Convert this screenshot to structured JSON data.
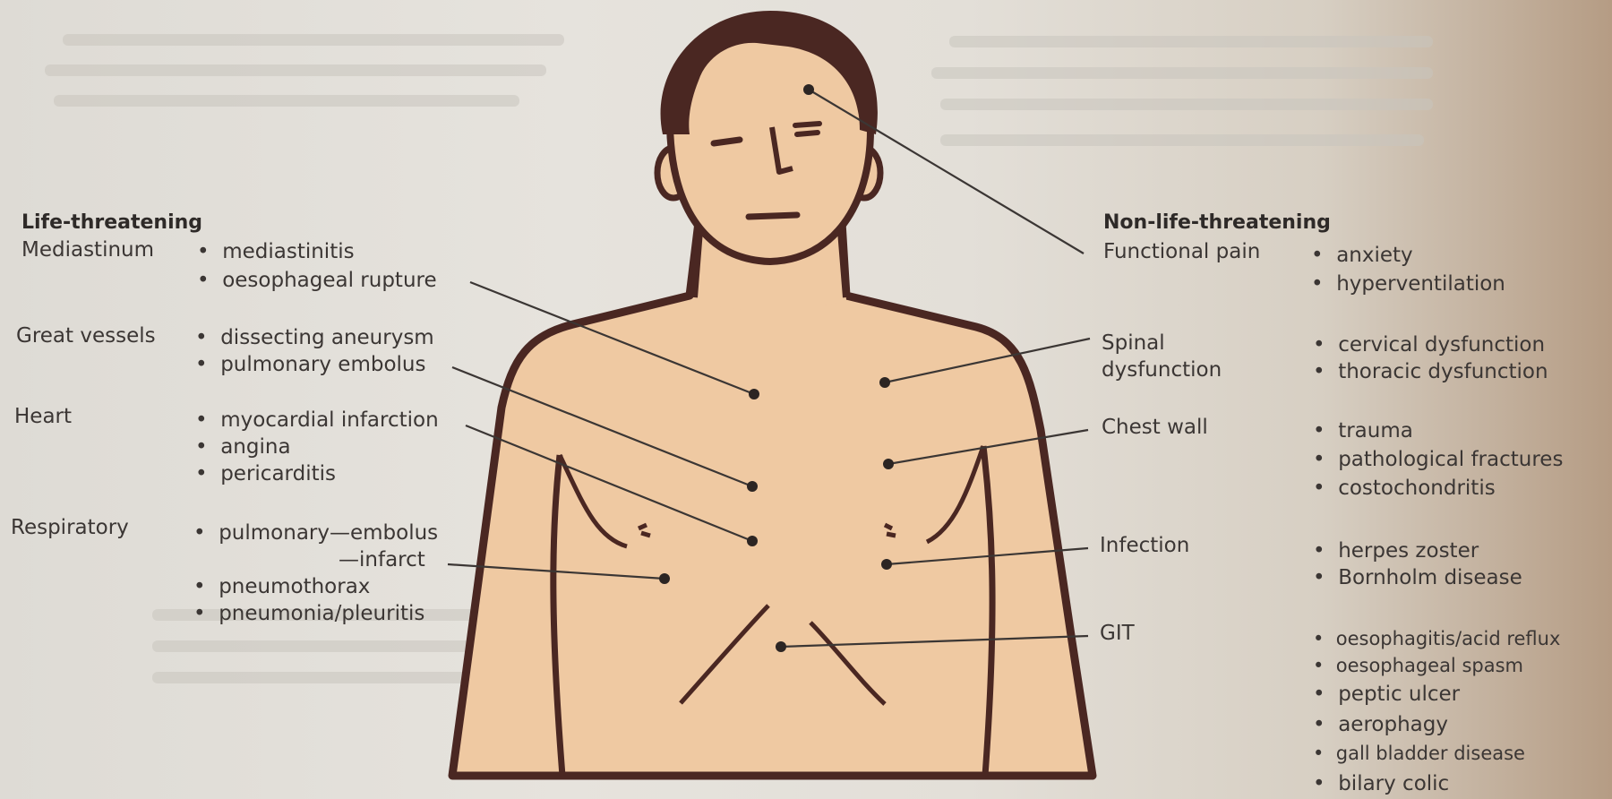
{
  "life_threatening": {
    "title": "Life-threatening",
    "groups": [
      {
        "label": "Mediastinum",
        "items": [
          "mediastinitis",
          "oesophageal rupture"
        ]
      },
      {
        "label": "Great vessels",
        "items": [
          "dissecting aneurysm",
          "pulmonary embolus"
        ]
      },
      {
        "label": "Heart",
        "items": [
          "myocardial infarction",
          "angina",
          "pericarditis"
        ]
      },
      {
        "label": "Respiratory",
        "items": [
          "pulmonary—embolus",
          "—infarct",
          "pneumothorax",
          "pneumonia/pleuritis"
        ]
      }
    ]
  },
  "non_life_threatening": {
    "title": "Non-life-threatening",
    "groups": [
      {
        "label": "Functional pain",
        "items": [
          "anxiety",
          "hyperventilation"
        ]
      },
      {
        "label": "Spinal\ndysfunction",
        "items": [
          "cervical dysfunction",
          "thoracic dysfunction"
        ]
      },
      {
        "label": "Chest wall",
        "items": [
          "trauma",
          "pathological fractures",
          "costochondritis"
        ]
      },
      {
        "label": "Infection",
        "items": [
          "herpes zoster",
          "Bornholm disease"
        ]
      },
      {
        "label": "GIT",
        "items": [
          "oesophagitis/acid reflux",
          "oesophageal spasm",
          "peptic ulcer",
          "aerophagy",
          "gall bladder disease",
          "bilary colic"
        ]
      }
    ]
  },
  "colors": {
    "skin": "#efc9a2",
    "outline": "#4a2722",
    "page": "#e3e0da"
  }
}
